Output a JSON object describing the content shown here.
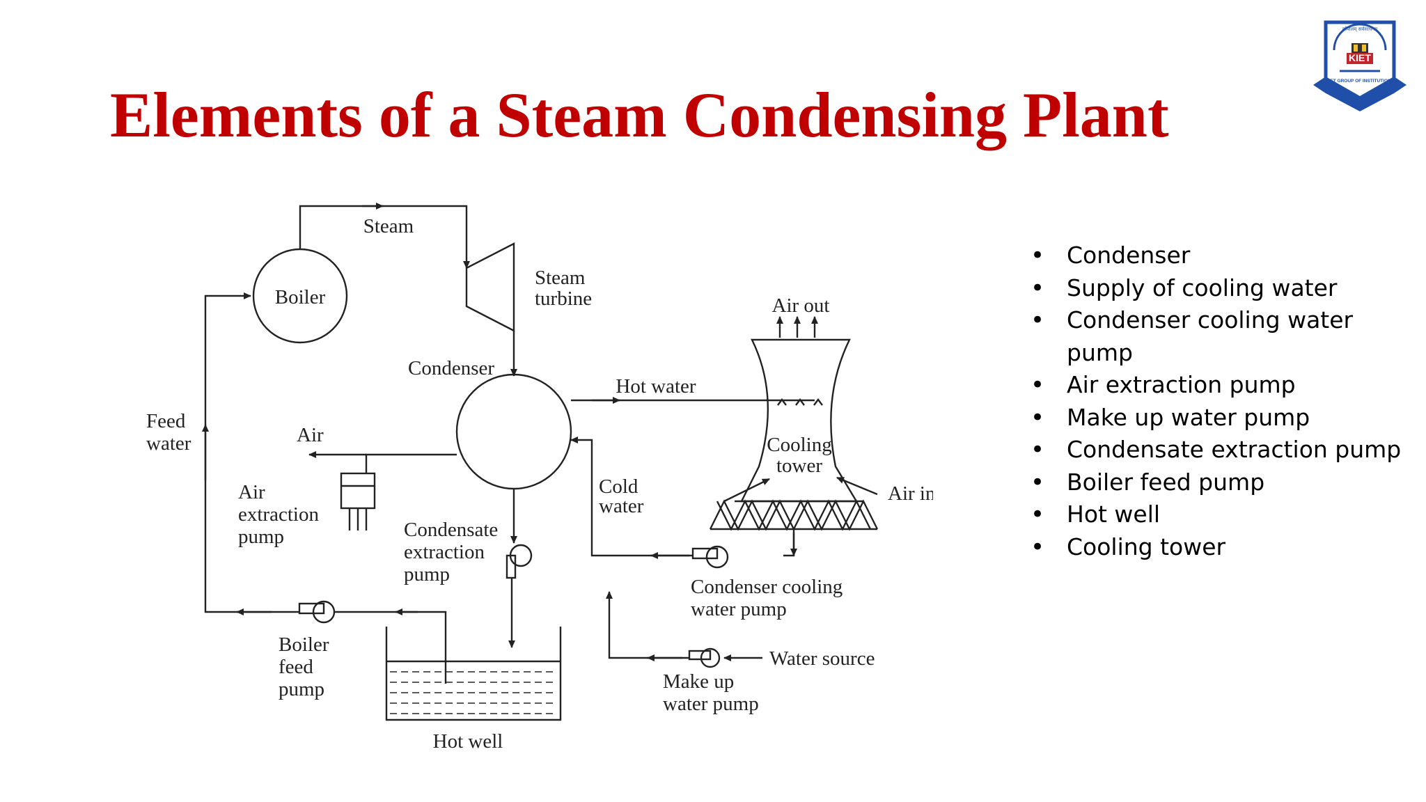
{
  "title": "Elements of a Steam Condensing Plant",
  "logo": {
    "text_main": "KIET",
    "text_ring": "KIET GROUP OF INSTITUTIONS",
    "text_top": "कौशलम् सर्वसाधनम्",
    "colors": {
      "blue": "#1f4fa8",
      "red": "#c0262c"
    }
  },
  "diagram": {
    "labels": {
      "steam": "Steam",
      "boiler": "Boiler",
      "steam_turbine_1": "Steam",
      "steam_turbine_2": "turbine",
      "air_out": "Air out",
      "condenser": "Condenser",
      "hot_water": "Hot water",
      "feed_water_1": "Feed",
      "feed_water_2": "water",
      "air": "Air",
      "cooling_tower_1": "Cooling",
      "cooling_tower_2": "tower",
      "air_in": "Air in",
      "air_extraction_1": "Air",
      "air_extraction_2": "extraction",
      "air_extraction_3": "pump",
      "cold_water_1": "Cold",
      "cold_water_2": "water",
      "condensate_1": "Condensate",
      "condensate_2": "extraction",
      "condensate_3": "pump",
      "cond_cooling_1": "Condenser cooling",
      "cond_cooling_2": "water pump",
      "boiler_feed_1": "Boiler",
      "boiler_feed_2": "feed",
      "boiler_feed_3": "pump",
      "water_source": "Water source",
      "make_up_1": "Make up",
      "make_up_2": "water pump",
      "hot_well": "Hot well"
    }
  },
  "bullets": [
    "Condenser",
    "Supply of cooling water",
    "Condenser cooling water pump",
    "Air extraction pump",
    "Make up water pump",
    "Condensate extraction pump",
    "Boiler feed pump",
    "Hot well",
    "Cooling tower"
  ]
}
